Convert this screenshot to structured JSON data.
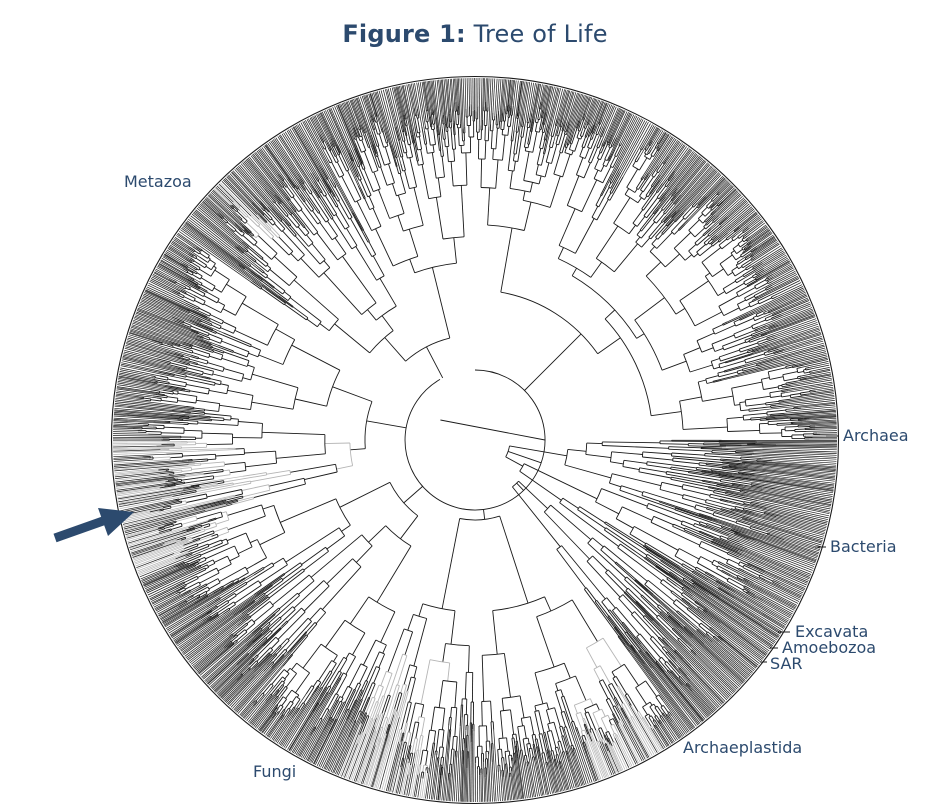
{
  "figure": {
    "title_lead": "Figure 1:",
    "title_rest": "Tree of Life"
  },
  "clades": {
    "metazoa": "Metazoa",
    "archaea": "Archaea",
    "bacteria": "Bacteria",
    "excavata": "Excavata",
    "amoebozoa": "Amoebozoa",
    "sar": "SAR",
    "archaeplastida": "Archaeplastida",
    "fungi": "Fungi"
  },
  "colors": {
    "accent": "#2c4a6e",
    "branch": "#1a1a1a",
    "branch_light": "#b5b5b5"
  },
  "icons": {
    "pointer": "arrow-right-icon"
  }
}
